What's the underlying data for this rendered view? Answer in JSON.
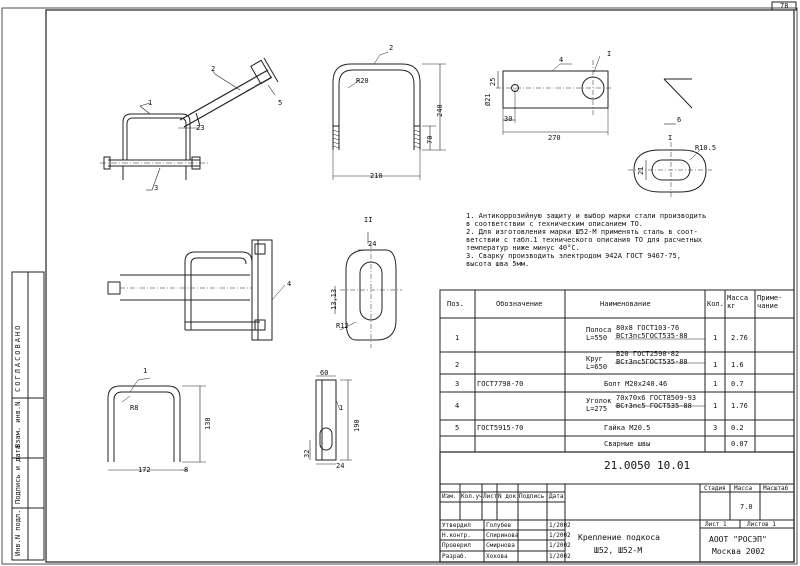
{
  "sheet_number": "78",
  "notes": [
    "1.  Антикоррозийную защиту и выбор марки стали производить",
    "     в соответствии с техническим описанием ТО.",
    "2.  Для изготовления марки Ш52-М применять сталь в соот-",
    "     ветствии с табл.1 технического описания ТО для расчетных",
    "     температур ниже минус 40°С.",
    "3.  Сварку производить электродом Э42А ГОСТ 9467-75,",
    "     высота шва 5мм."
  ],
  "spec_table": {
    "headers": {
      "pos": "Поз.",
      "designation": "Обозначение",
      "name": "Наименование",
      "qty": "Кол.",
      "mass": "Масса кг",
      "note": "Приме- чание"
    },
    "rows": [
      {
        "pos": "1",
        "designation": "",
        "name_left": "Полоса L=550",
        "name_top": "80х8  ГОСТ103-76",
        "name_bottom": "ВСт3пс5ГОСТ535-88",
        "qty": "1",
        "mass": "2.76",
        "note": ""
      },
      {
        "pos": "2",
        "designation": "",
        "name_left": "Круг L=650",
        "name_top": "В20  ГОСТ2590-82",
        "name_bottom": "ВСт3пс5ГОСТ535-88",
        "qty": "1",
        "mass": "1.6",
        "note": ""
      },
      {
        "pos": "3",
        "designation": "ГОСТ7798-70",
        "name": "Болт  М20х240.46",
        "qty": "1",
        "mass": "0.7",
        "note": ""
      },
      {
        "pos": "4",
        "designation": "",
        "name_left": "Уголок L=275",
        "name_top": "70х70х6  ГОСТ8509-93",
        "name_bottom": "ВСт3пс5 ГОСТ535-88",
        "qty": "1",
        "mass": "1.76",
        "note": ""
      },
      {
        "pos": "5",
        "designation": "ГОСТ5915-70",
        "name": "Гайка  М20.5",
        "qty": "3",
        "mass": "0.2",
        "note": ""
      },
      {
        "pos": "",
        "designation": "",
        "name": "Сварные швы",
        "qty": "",
        "mass": "0.07",
        "note": ""
      }
    ]
  },
  "title_block": {
    "code": "21.0050  10.01",
    "labels": {
      "izm": "Изм.",
      "kol": "Кол.уч",
      "list": "Лист",
      "ndok": "N док.",
      "podpis": "Подпись",
      "data": "Дата",
      "stadiya": "Стадия",
      "massa": "Масса",
      "masshtab": "Масштаб",
      "list2": "Лист  1",
      "listov": "Листов  1"
    },
    "mass_value": "7.0",
    "people": [
      {
        "role": "Утвердил",
        "name": "Голубев",
        "date": "1/2002"
      },
      {
        "role": "Н.контр.",
        "name": "Спиринова",
        "date": "1/2002"
      },
      {
        "role": "Проверил",
        "name": "Смирнова",
        "date": "1/2002"
      },
      {
        "role": "Разраб.",
        "name": "Хохова",
        "date": "1/2002"
      }
    ],
    "title": "Крепление подкоса",
    "subtitle": "Ш52, Ш52-М",
    "org": "АООТ \"РОСЭП\"",
    "city": "Москва 2002"
  },
  "left_strip": {
    "top_label": "СОГЛАСОВАНО",
    "labels": [
      "Взам. инв.N",
      "Подпись и дата",
      "Инв.N подл."
    ]
  },
  "dims": {
    "v1_23": "23",
    "v2_r20": "R20",
    "v2_240": "240",
    "v2_70": "70",
    "v2_210": "210",
    "v3_25": "25",
    "v3_30": "30",
    "v3_270": "270",
    "v3_d21": "Ø21",
    "v3_6": "6",
    "det_r10": "R10.5",
    "det_21": "21",
    "v4_24": "24",
    "v4_13": "13,13",
    "v4_r12": "R12",
    "v5_r8": "R8",
    "v5_130": "130",
    "v5_172": "172",
    "v5_8": "8",
    "v6_60": "60",
    "v6_190": "190",
    "v6_32": "32",
    "v6_24": "24"
  },
  "callouts": {
    "c1": "1",
    "c2": "2",
    "c3": "3",
    "c4": "4",
    "c5": "5",
    "v2_c2": "2",
    "v3_c4": "4",
    "v3_I": "I",
    "det_I": "I",
    "v4_II": "II",
    "v4_c4": "4",
    "v5_c1": "1",
    "v6_c1": "1"
  }
}
